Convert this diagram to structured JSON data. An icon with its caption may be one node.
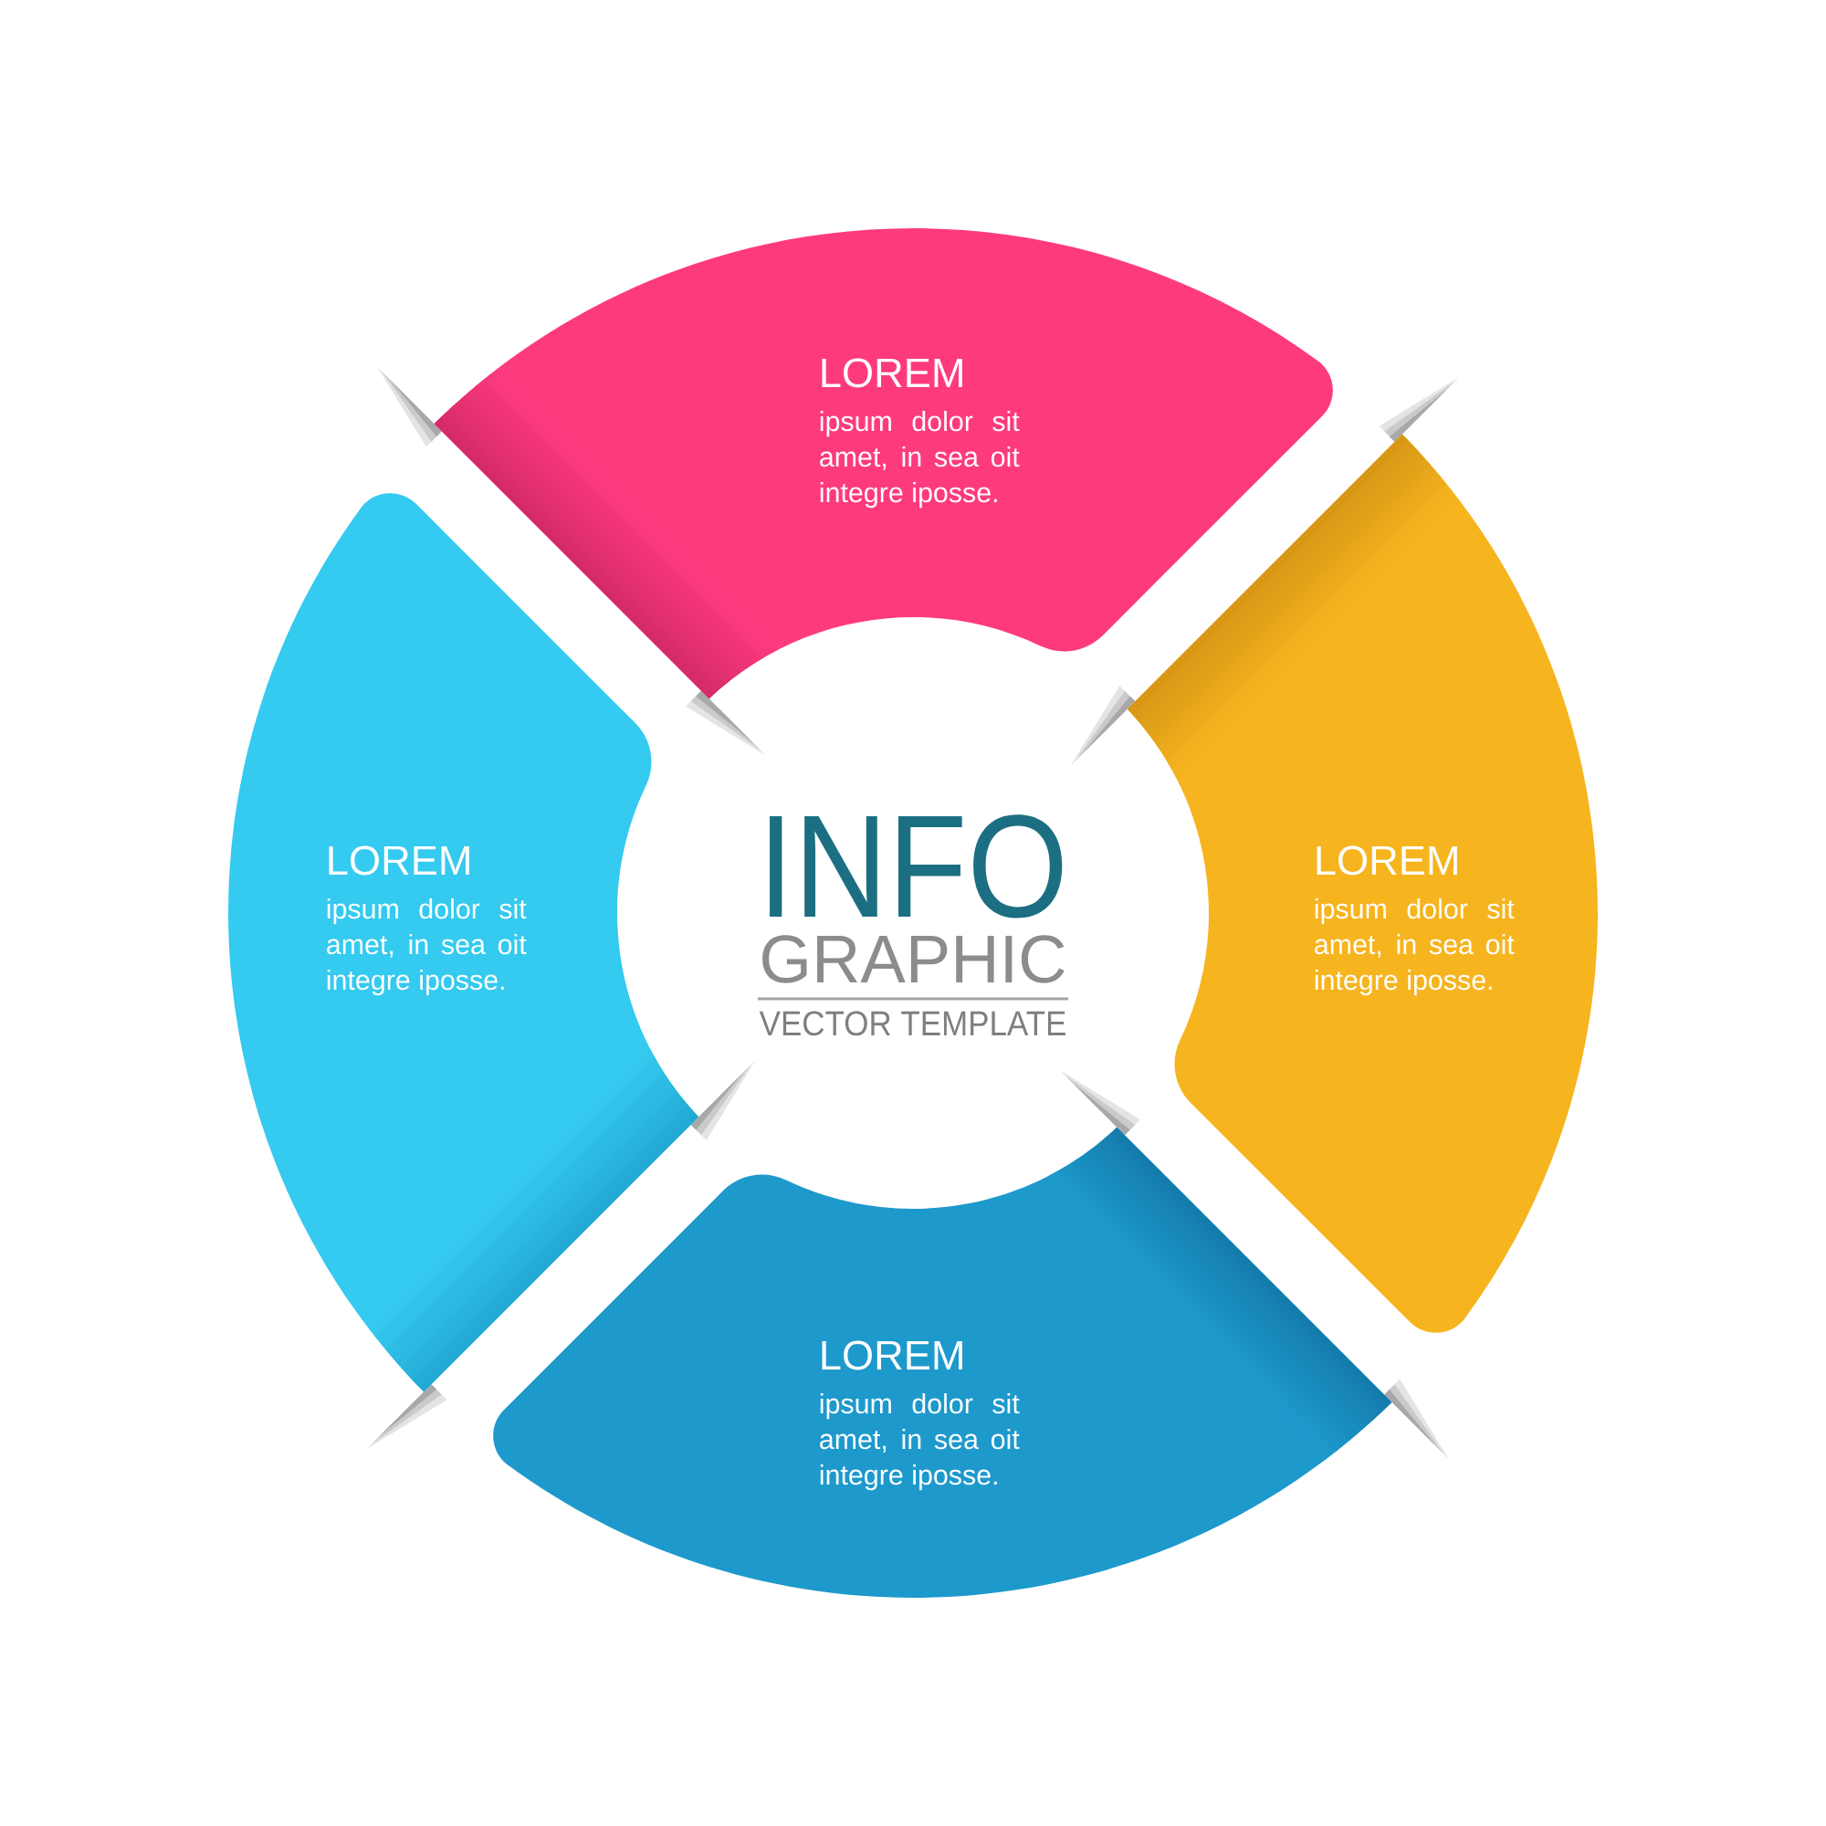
{
  "diagram": {
    "nodes": [
      {
        "text": [
          "LOREM",
          "ipsum dolor sit amet, in sea oit integre iposse."
        ]
      },
      {
        "text": [
          "LOREM",
          "ipsum dolor sit amet, in sea oit integre iposse."
        ]
      },
      {
        "text": [
          "INFO",
          "GRAPHIC",
          "VECTOR TEMPLATE"
        ]
      },
      {
        "text": [
          "LOREM",
          "ipsum dolor sit amet, in sea oit integre iposse."
        ]
      },
      {
        "text": [
          "LOREM",
          "ipsum dolor sit amet, in sea oit integre iposse."
        ]
      }
    ]
  }
}
